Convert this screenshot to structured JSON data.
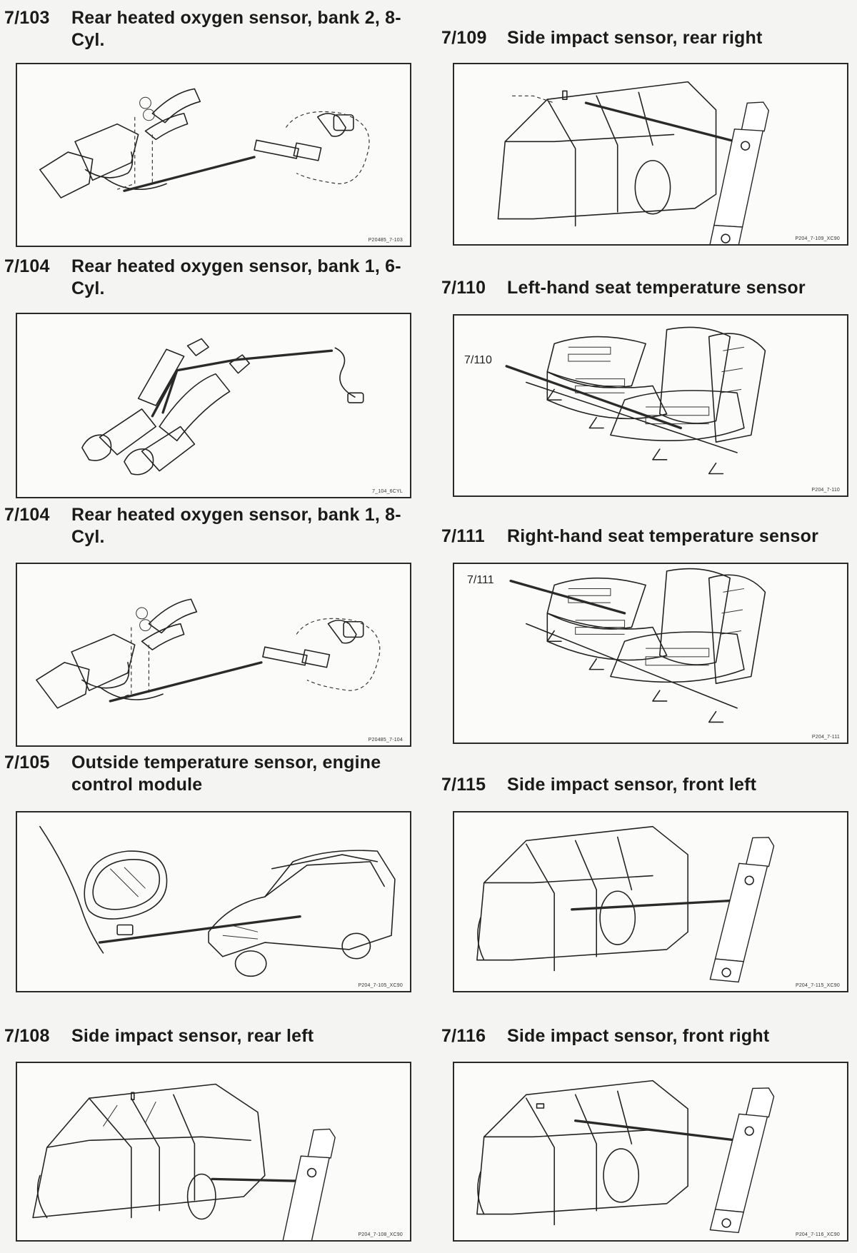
{
  "entries": [
    {
      "code": "7/103",
      "title": "Rear heated oxygen sensor, bank 2, 8-Cyl.",
      "figure_ref": "P20485_7-103"
    },
    {
      "code": "7/104",
      "title": "Rear heated oxygen sensor, bank 1, 6-Cyl.",
      "figure_ref": "7_104_6CYL"
    },
    {
      "code": "7/104",
      "title": "Rear heated oxygen sensor, bank 1, 8-Cyl.",
      "figure_ref": "P20485_7-104"
    },
    {
      "code": "7/105",
      "title": "Outside temperature sensor, engine control module",
      "figure_ref": "P204_7-105_XC90"
    },
    {
      "code": "7/108",
      "title": "Side impact sensor, rear left",
      "figure_ref": "P204_7-108_XC90"
    },
    {
      "code": "7/109",
      "title": "Side impact sensor, rear right",
      "figure_ref": "P204_7-109_XC90"
    },
    {
      "code": "7/110",
      "title": "Left-hand seat temperature sensor",
      "figure_ref": "P204_7-110",
      "callout": "7/110"
    },
    {
      "code": "7/111",
      "title": "Right-hand seat temperature sensor",
      "figure_ref": "P204_7-111",
      "callout": "7/111"
    },
    {
      "code": "7/115",
      "title": "Side impact sensor, front left",
      "figure_ref": "P204_7-115_XC90"
    },
    {
      "code": "7/116",
      "title": "Side impact sensor, front right",
      "figure_ref": "P204_7-116_XC90"
    }
  ]
}
